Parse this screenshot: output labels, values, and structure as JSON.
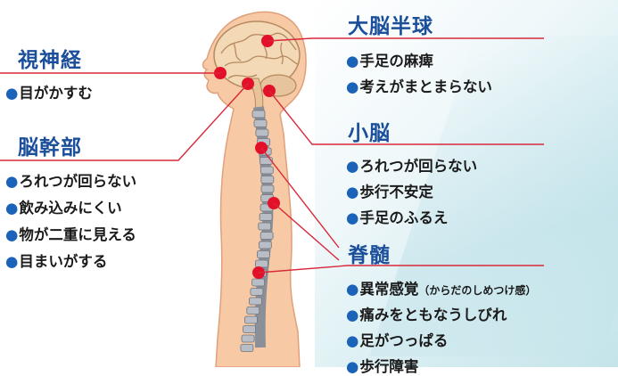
{
  "sections": {
    "optic_nerve": {
      "title": "視神経",
      "items": [
        "目がかすむ"
      ]
    },
    "brainstem": {
      "title": "脳幹部",
      "items": [
        "ろれつが回らない",
        "飲み込みにくい",
        "物が二重に見える",
        "目まいがする"
      ]
    },
    "cerebrum": {
      "title": "大脳半球",
      "items": [
        "手足の麻痺",
        "考えがまとまらない"
      ]
    },
    "cerebellum": {
      "title": "小脳",
      "items": [
        "ろれつが回らない",
        "歩行不安定",
        "手足のふるえ"
      ]
    },
    "spinal_cord": {
      "title": "脊髄",
      "items": [
        "異常感覚",
        "痛みをともなうしびれ",
        "足がつっぱる",
        "歩行障害"
      ],
      "note": "（からだのしめつけ感）"
    }
  },
  "colors": {
    "heading": "#1b4f9b",
    "bullet": "#1b63b8",
    "line": "#d9283a",
    "skin": "#f7c9a4",
    "spot": "#e3102a"
  }
}
